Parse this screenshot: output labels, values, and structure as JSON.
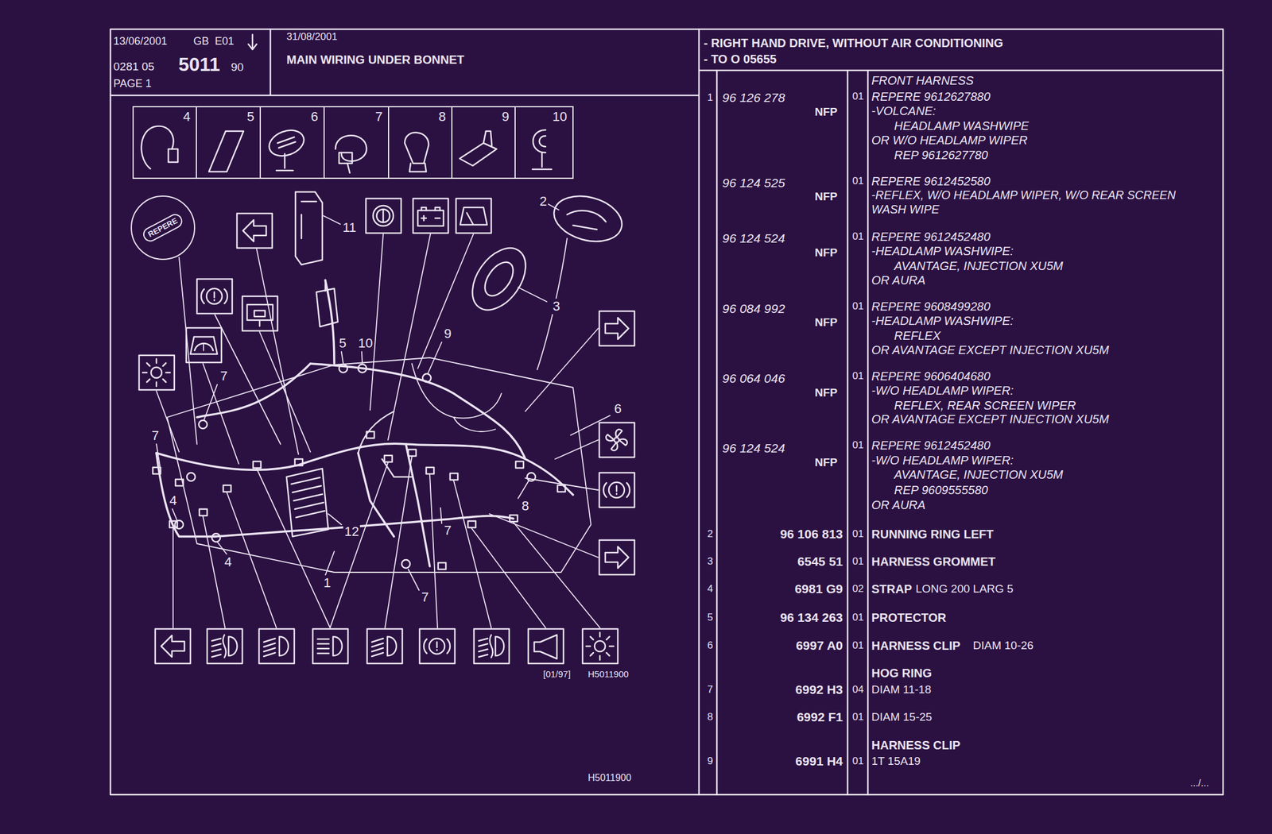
{
  "diagram": {
    "title": "MAIN WIRING UNDER BONNET",
    "nodes": [
      {
        "text": [
          "4"
        ]
      },
      {
        "text": [
          "5"
        ]
      },
      {
        "text": [
          "6"
        ]
      },
      {
        "text": [
          "7"
        ]
      },
      {
        "text": [
          "8"
        ]
      },
      {
        "text": [
          "9"
        ]
      },
      {
        "text": [
          "10"
        ]
      },
      {
        "text": [
          "REPERE"
        ]
      }
    ],
    "labels": [
      "13/06/2001",
      "GB",
      "E01",
      "0281 05",
      "5011",
      "90",
      "PAGE 1",
      "31/08/2001",
      "- RIGHT HAND DRIVE, WITHOUT AIR CONDITIONING",
      "- TO O 05655",
      "2",
      "3",
      "11",
      "5",
      "10",
      "9",
      "6",
      "7",
      "7",
      "4",
      "4",
      "8",
      "12",
      "1",
      "7",
      "7",
      "[01/97]",
      "H5011900",
      "H5011900",
      "1",
      "96 126 278",
      "NFP",
      "01",
      "FRONT HARNESS",
      "REPERE 9612627880",
      "-VOLCANE:",
      "HEADLAMP WASHWIPE",
      "OR W/O HEADLAMP WIPER",
      "REP 9612627780",
      "96 124 525",
      "NFP",
      "01",
      "REPERE 9612452580",
      "-REFLEX, W/O HEADLAMP WIPER, W/O REAR SCREEN WASH WIPE",
      "96 124 524",
      "NFP",
      "01",
      "REPERE 9612452480",
      "-HEADLAMP WASHWIPE:",
      "AVANTAGE, INJECTION XU5M",
      "OR AURA",
      "96 084 992",
      "NFP",
      "01",
      "REPERE 9608499280",
      "-HEADLAMP WASHWIPE:",
      "REFLEX",
      "OR AVANTAGE EXCEPT INJECTION XU5M",
      "96 064 046",
      "NFP",
      "01",
      "REPERE 9606404680",
      "-W/O HEADLAMP WIPER:",
      "REFLEX, REAR SCREEN WIPER",
      "OR AVANTAGE EXCEPT INJECTION XU5M",
      "96 124 524",
      "NFP",
      "01",
      "REPERE 9612452480",
      "-W/O HEADLAMP WIPER:",
      "AVANTAGE, INJECTION XU5M",
      "REP 9609555580",
      "OR AURA",
      "2",
      "96 106 813",
      "01",
      "RUNNING RING LEFT",
      "3",
      "6545 51",
      "01",
      "HARNESS GROMMET",
      "4",
      "6981 G9",
      "02",
      "STRAP",
      "LONG 200 LARG 5",
      "5",
      "96 134 263",
      "01",
      "PROTECTOR",
      "6",
      "6997 A0",
      "01",
      "HARNESS CLIP",
      "DIAM 10-26",
      "HOG RING",
      "7",
      "6992 H3",
      "04",
      "DIAM 11-18",
      "8",
      "6992 F1",
      "01",
      "DIAM 15-25",
      "HARNESS CLIP",
      "9",
      "6991 H4",
      "01",
      "1T 15A19",
      ".../..."
    ]
  }
}
